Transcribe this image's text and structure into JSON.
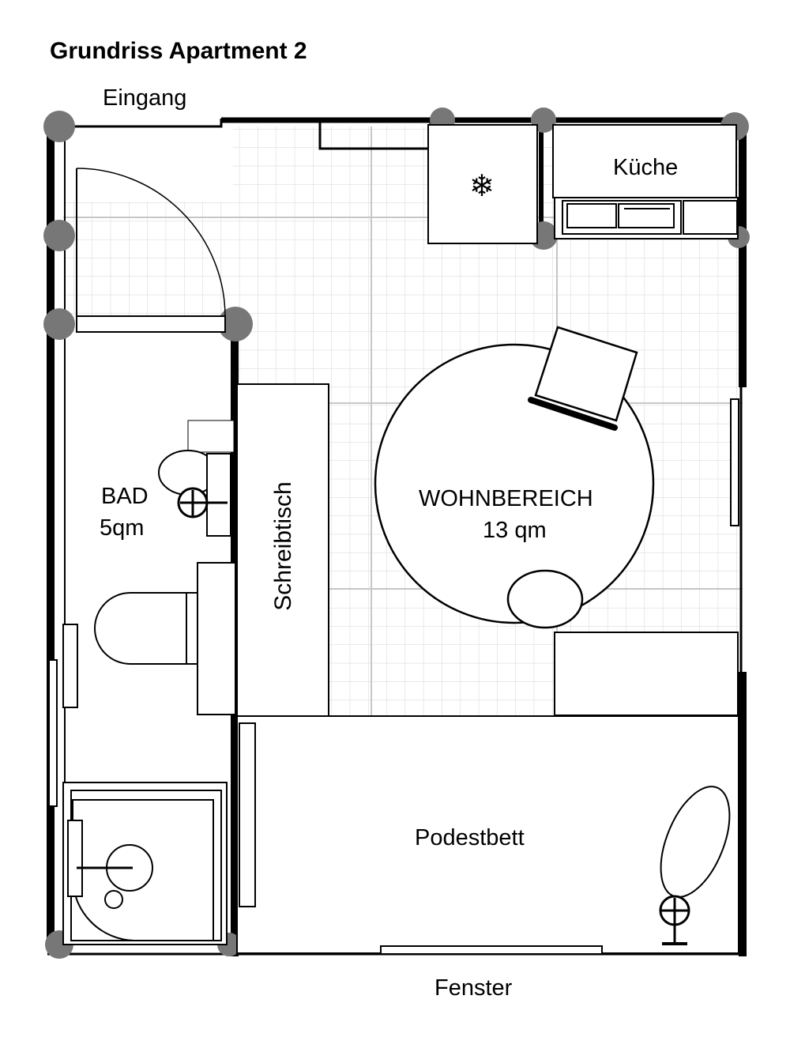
{
  "title": "Grundriss Apartment 2",
  "labels": {
    "entrance": "Eingang",
    "kitchen": "Küche",
    "bath_name": "BAD",
    "bath_area": "5qm",
    "desk": "Schreibtisch",
    "living_name": "WOHNBEREICH",
    "living_area": "13 qm",
    "bed": "Podestbett",
    "window": "Fenster"
  },
  "icons": {
    "fridge": "snowflake-icon",
    "kitchen_sink": "sink-icon",
    "bath_sink": "washbasin-icon",
    "toilet": "toilet-icon",
    "shower": "shower-icon",
    "bath_tap": "tap-icon",
    "bed_tap": "tap-icon"
  },
  "colors": {
    "wall": "#000000",
    "grid": "#d4d4d4",
    "column": "#777777"
  }
}
